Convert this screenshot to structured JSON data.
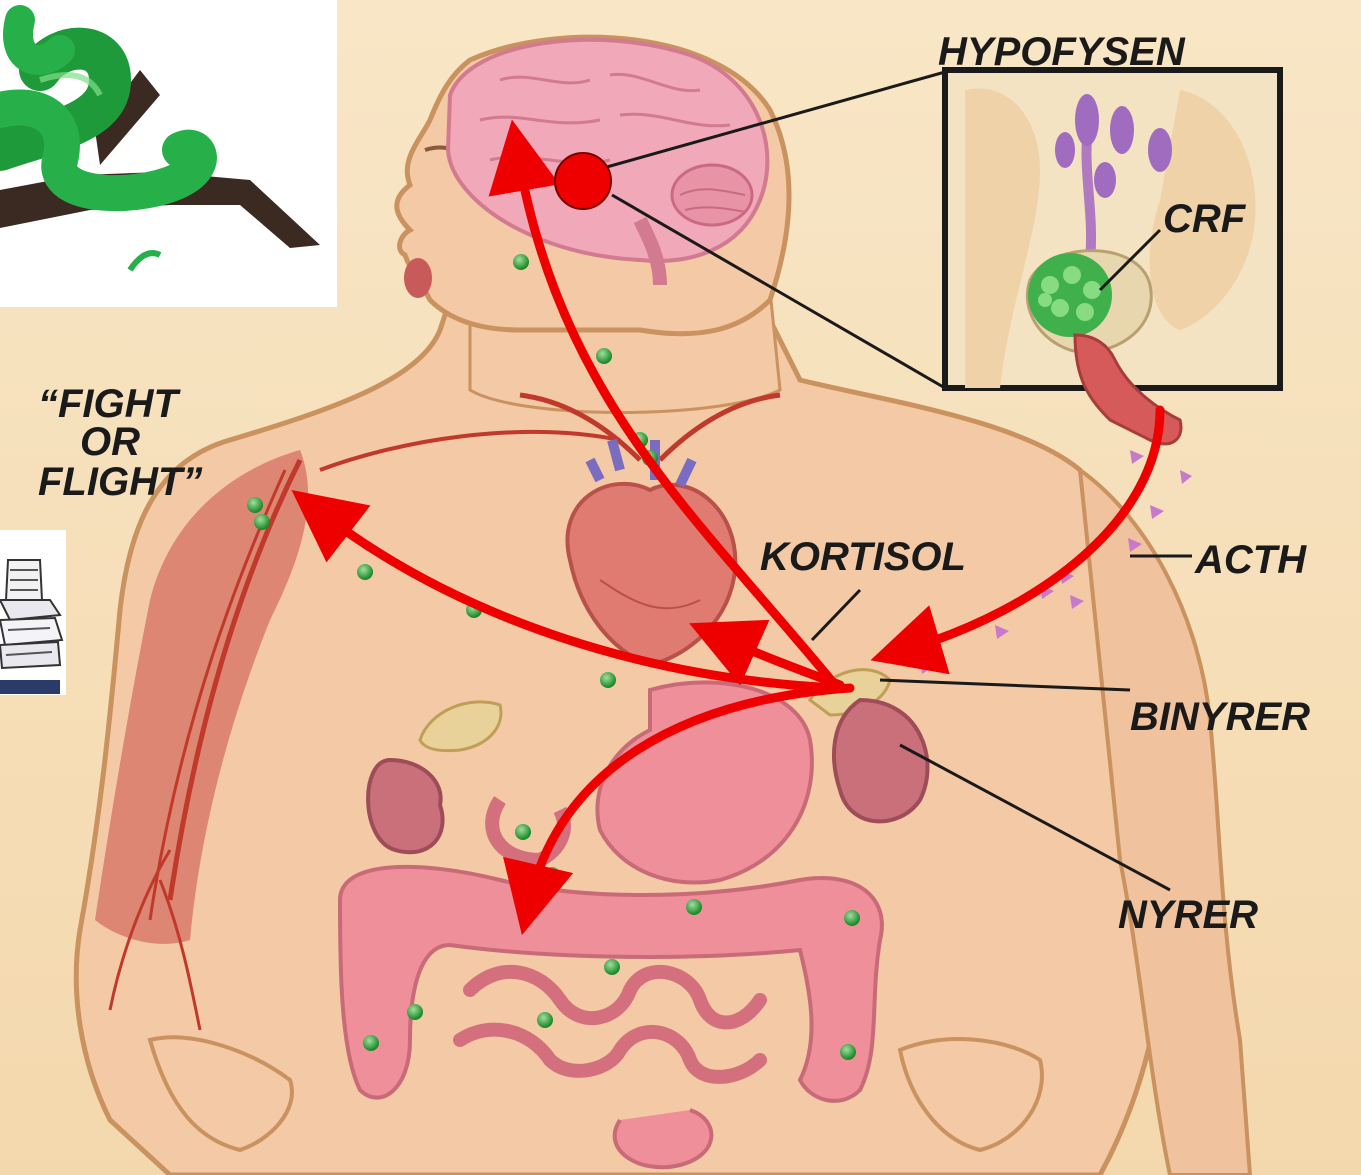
{
  "labels": {
    "hypofysen": "HYPOFYSEN",
    "crf": "CRF",
    "fight_line1": "“FIGHT",
    "fight_line2": "OR",
    "fight_line3": "FLIGHT”",
    "kortisol": "KORTISOL",
    "acth": "ACTH",
    "binyrer": "BINYRER",
    "nyrer": "NYRER"
  },
  "colors": {
    "background": "#f6dfb8",
    "skin": "#f3c9a6",
    "outline": "#c9925f",
    "arrow": "#ee0000",
    "brain": "#f1a8b8",
    "organ_pink": "#ee8f9a",
    "kidney": "#c9707a",
    "adrenal": "#e9d29a",
    "hormone_dot": "#2faa3c",
    "vein_blue": "#7a6cc0",
    "muscle": "#d77a6a"
  },
  "icons": [
    "snake-illustration",
    "paper-stack-illustration",
    "hypothalamus-marker-dot"
  ]
}
